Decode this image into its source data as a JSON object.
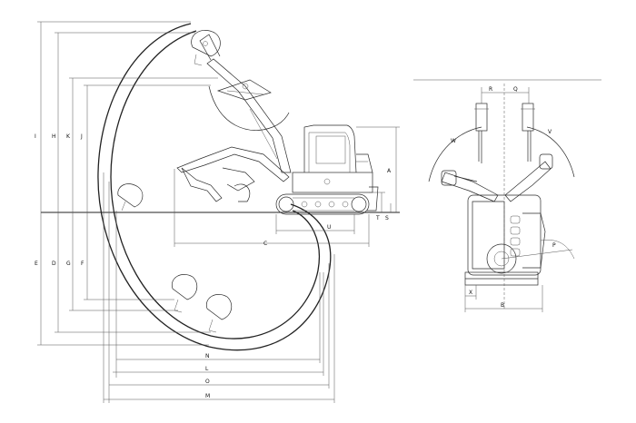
{
  "side_view": {
    "left_dims": [
      {
        "key": "I",
        "letter": "I"
      },
      {
        "key": "H",
        "letter": "H"
      },
      {
        "key": "K",
        "letter": "K"
      },
      {
        "key": "J",
        "letter": "J"
      },
      {
        "key": "E",
        "letter": "E"
      },
      {
        "key": "D",
        "letter": "D"
      },
      {
        "key": "G",
        "letter": "G"
      },
      {
        "key": "F",
        "letter": "F"
      }
    ],
    "right_dims": [
      {
        "key": "A",
        "letter": "A"
      },
      {
        "key": "T",
        "letter": "T"
      },
      {
        "key": "S",
        "letter": "S"
      }
    ],
    "bottom_dims": [
      {
        "key": "C",
        "letter": "C"
      },
      {
        "key": "U",
        "letter": "U"
      },
      {
        "key": "N",
        "letter": "N"
      },
      {
        "key": "L",
        "letter": "L"
      },
      {
        "key": "O",
        "letter": "O"
      },
      {
        "key": "M",
        "letter": "M"
      }
    ]
  },
  "front_view": {
    "top_dims": [
      {
        "key": "R",
        "letter": "R"
      },
      {
        "key": "Q",
        "letter": "Q"
      }
    ],
    "arc_labels": [
      {
        "key": "W",
        "letter": "W"
      },
      {
        "key": "V",
        "letter": "V"
      },
      {
        "key": "P",
        "letter": "P"
      }
    ],
    "bottom_dims": [
      {
        "key": "X",
        "letter": "X"
      },
      {
        "key": "B",
        "letter": "B"
      }
    ]
  }
}
